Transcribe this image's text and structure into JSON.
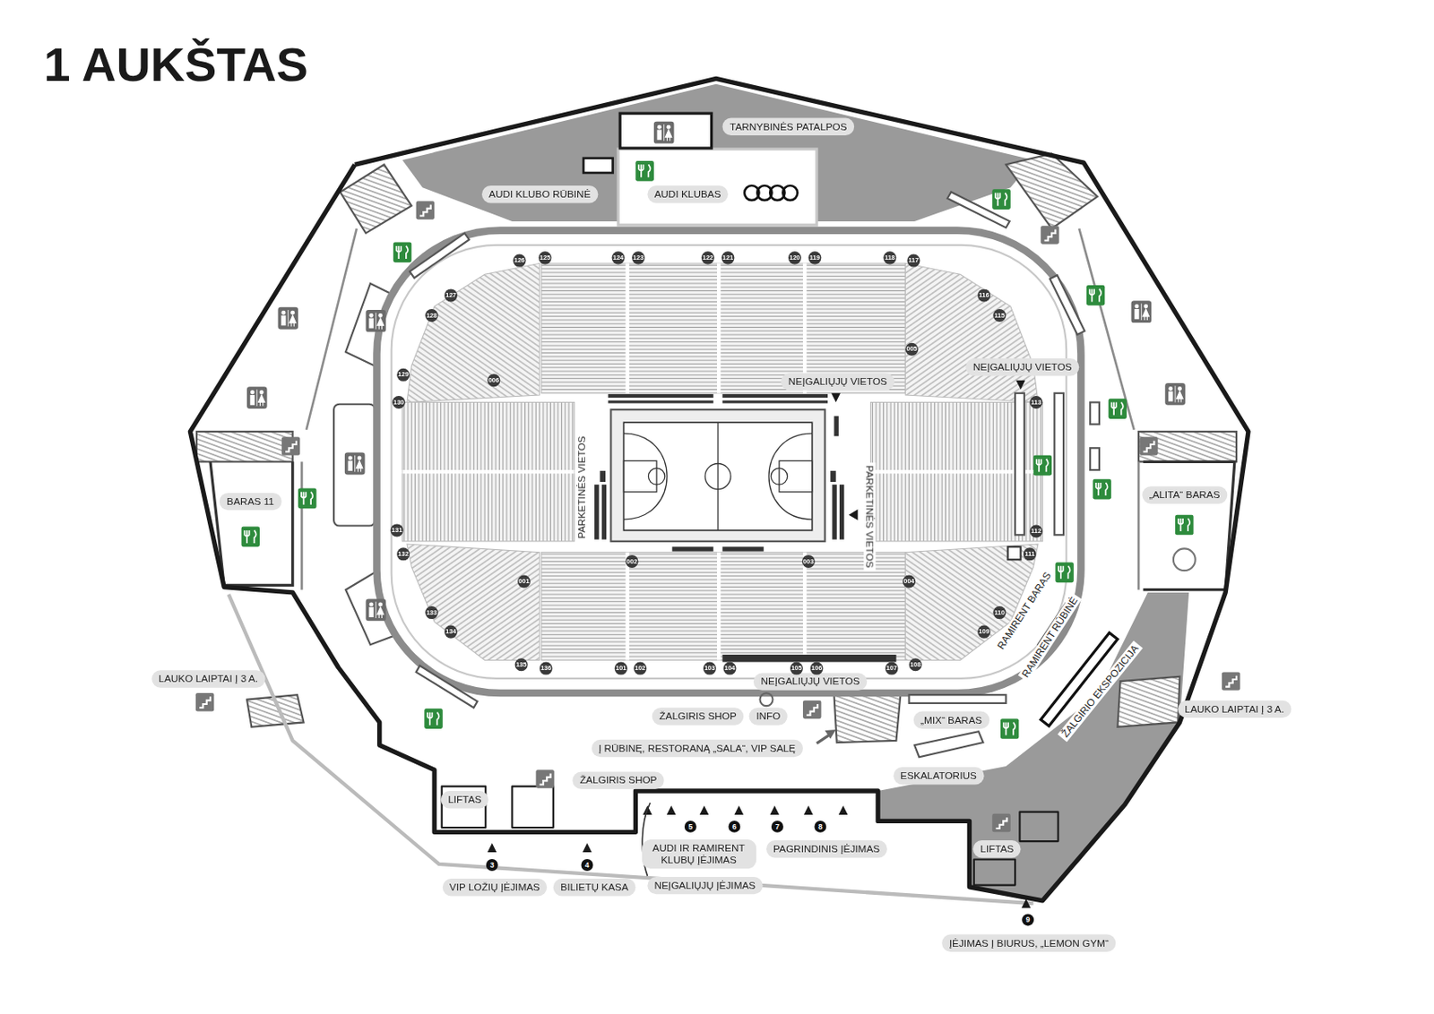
{
  "diagram": {
    "title": "1 AUKŠTAS",
    "nodes": [
      {
        "text": [
          "TARNYBINĖS PATALPOS"
        ]
      },
      {
        "text": [
          "AUDI KLUBO RŪBINĖ"
        ]
      },
      {
        "text": [
          "AUDI KLUBAS"
        ]
      },
      {
        "text": [
          "NEĮGALIŲJŲ VIETOS"
        ]
      },
      {
        "text": [
          "NEĮGALIŲJŲ VIETOS"
        ]
      },
      {
        "text": [
          "BARAS 11"
        ]
      },
      {
        "text": [
          "„ALITA“ BARAS"
        ]
      },
      {
        "text": [
          "NEĮGALIŲJŲ VIETOS"
        ]
      },
      {
        "text": [
          "LAUKO LAIPTAI Į 3 A."
        ]
      },
      {
        "text": [
          "ŽALGIRIS SHOP"
        ]
      },
      {
        "text": [
          "INFO"
        ]
      },
      {
        "text": [
          "Į RŪBINĘ, RESTORANĄ „SALA“, VIP SALĘ"
        ]
      },
      {
        "text": [
          "„MIX“ BARAS"
        ]
      },
      {
        "text": [
          "LAUKO LAIPTAI Į 3 A."
        ]
      },
      {
        "text": [
          "ESKALATORIUS"
        ]
      },
      {
        "text": [
          "ŽALGIRIS SHOP"
        ]
      },
      {
        "text": [
          "LIFTAS"
        ]
      },
      {
        "text": [
          "LIFTAS"
        ]
      },
      {
        "text": [
          "AUDI IR RAMIRENT KLUBŲ ĮĖJIMAS"
        ]
      },
      {
        "text": [
          "PAGRINDINIS ĮĖJIMAS"
        ]
      },
      {
        "text": [
          "VIP LOŽIŲ ĮĖJIMAS"
        ]
      },
      {
        "text": [
          "BILIETŲ KASA"
        ]
      },
      {
        "text": [
          "NEĮGALIŲJŲ ĮĖJIMAS"
        ]
      },
      {
        "text": [
          "ĮĖJIMAS Į BIURUS, „LEMON GYM“"
        ]
      }
    ],
    "labels": [
      "PARKETINĖS VIETOS",
      "PARKETINĖS VIETOS",
      "RAMIRENT BARAS",
      "RAMIRENT RŪBINĖ",
      "ŽALGIRIO EKSPOZICIJA",
      "101",
      "102",
      "103",
      "104",
      "105",
      "106",
      "107",
      "108",
      "109",
      "110",
      "111",
      "112",
      "113",
      "115",
      "116",
      "117",
      "118",
      "119",
      "120",
      "121",
      "122",
      "123",
      "124",
      "125",
      "126",
      "127",
      "128",
      "129",
      "130",
      "131",
      "132",
      "133",
      "134",
      "135",
      "136",
      "001",
      "002",
      "003",
      "004",
      "005",
      "006",
      "3",
      "4",
      "5",
      "6",
      "7",
      "8",
      "9"
    ]
  }
}
